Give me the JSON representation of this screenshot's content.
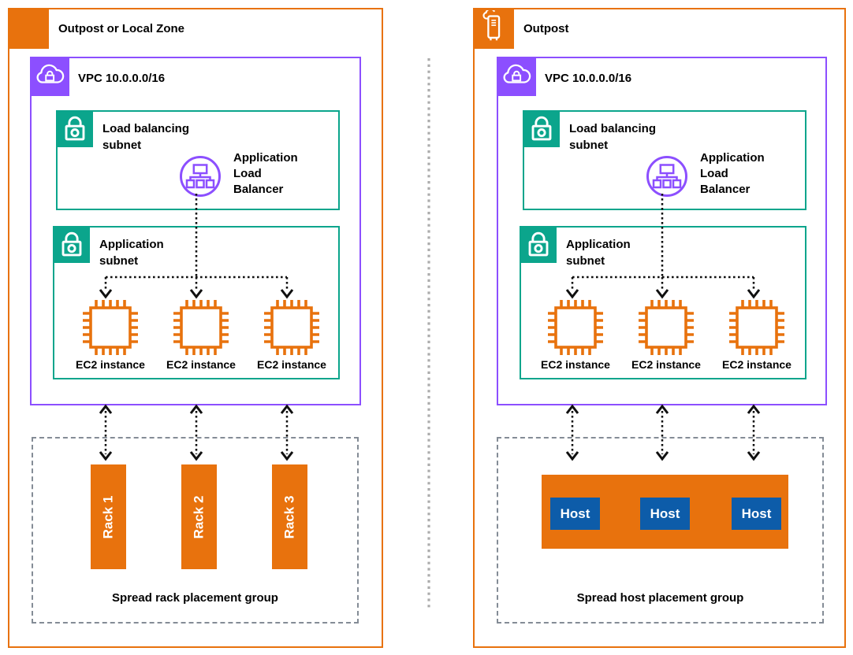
{
  "colors": {
    "outpost_orange": "#E8720D",
    "vpc_purple": "#8C4FFF",
    "subnet_teal": "#0BA58C",
    "host_blue": "#0D5CA9",
    "placement_dash_gray": "#848C96",
    "divider_gray": "#ACACAC",
    "arrow_black": "#101010",
    "label_white": "#FFFFFF",
    "text_black": "#000000"
  },
  "panels": [
    {
      "title": "Outpost or Local Zone",
      "corner_icon": "local-zone-square-icon",
      "vpc": {
        "label": "VPC 10.0.0.0/16",
        "icon": "vpc-cloud-lock-icon"
      },
      "load_balancing_subnet": {
        "label": "Load balancing\nsubnet",
        "icon": "subnet-lock-icon"
      },
      "alb": {
        "label": "Application\nLoad\nBalancer",
        "icon": "application-load-balancer-icon"
      },
      "application_subnet": {
        "label": "Application\nsubnet",
        "icon": "subnet-lock-icon"
      },
      "ec2_labels": [
        "EC2 instance",
        "EC2 instance",
        "EC2 instance"
      ],
      "ec2_icon": "ec2-instance-chip-icon",
      "placement_group": {
        "label": "Spread rack placement group",
        "unit_type": "rack",
        "units": [
          "Rack 1",
          "Rack 2",
          "Rack 3"
        ]
      }
    },
    {
      "title": "Outpost",
      "corner_icon": "outpost-rack-icon",
      "vpc": {
        "label": "VPC 10.0.0.0/16",
        "icon": "vpc-cloud-lock-icon"
      },
      "load_balancing_subnet": {
        "label": "Load balancing\nsubnet",
        "icon": "subnet-lock-icon"
      },
      "alb": {
        "label": "Application\nLoad\nBalancer",
        "icon": "application-load-balancer-icon"
      },
      "application_subnet": {
        "label": "Application\nsubnet",
        "icon": "subnet-lock-icon"
      },
      "ec2_labels": [
        "EC2 instance",
        "EC2 instance",
        "EC2 instance"
      ],
      "ec2_icon": "ec2-instance-chip-icon",
      "placement_group": {
        "label": "Spread host placement group",
        "unit_type": "host",
        "units": [
          "Host",
          "Host",
          "Host"
        ]
      }
    }
  ]
}
